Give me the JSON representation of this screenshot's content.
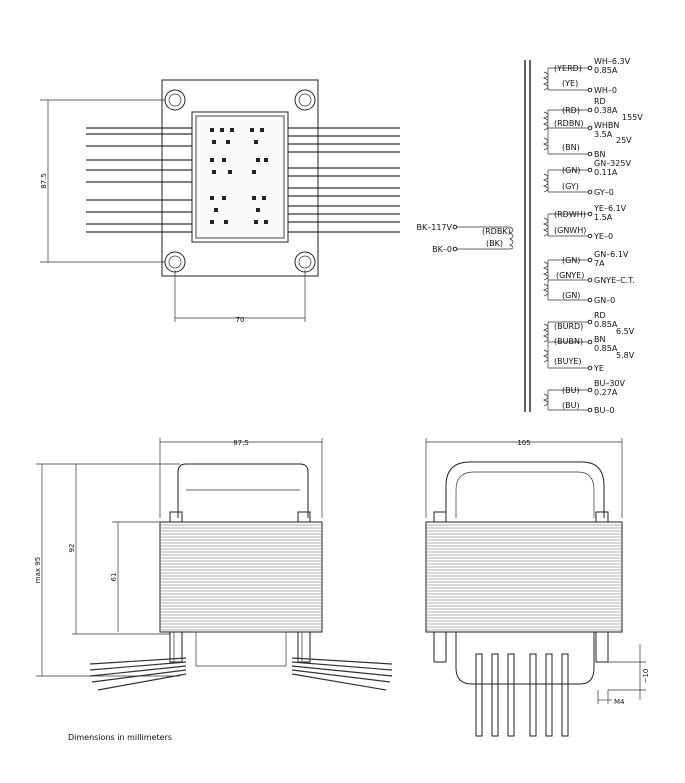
{
  "dimensions": {
    "top_height": "87.5",
    "top_width": "70",
    "front_width": "87.5",
    "front_height": "92",
    "front_core_height": "61",
    "front_max": "max 95",
    "side_width": "105",
    "side_stud": "~10",
    "side_thread": "M4"
  },
  "primary": {
    "line1": "BK–117V",
    "line1_wire": "(RDBK)",
    "line2": "BK–0",
    "line2_wire": "(BK)"
  },
  "secondaries": {
    "s1": {
      "w1": "(YERD)",
      "l1": "WH–6.3V",
      "l2": "0.85A",
      "w2": "(YE)",
      "l3": "WH–0"
    },
    "s2": {
      "w1": "(RD)",
      "l1": "RD",
      "l2": "0.38A",
      "v1": "155V",
      "w2": "(RDBN)",
      "l3": "WHBN",
      "l4": "3.5A",
      "v2": "25V",
      "w3": "(BN)",
      "l5": "BN"
    },
    "s3": {
      "w1": "(GN)",
      "l1": "GN–325V",
      "l2": "0.11A",
      "w2": "(GY)",
      "l3": "GY–0"
    },
    "s4": {
      "w1": "(RDWH)",
      "l1": "YE–6.1V",
      "l2": "1.5A",
      "w2": "(GNWH)",
      "l3": "YE–0"
    },
    "s5": {
      "w1": "(GN)",
      "l1": "GN–6.1V",
      "l2": "7A",
      "w2": "(GNYE)",
      "l3": "GNYE–C.T.",
      "w3": "(GN)",
      "l4": "GN–0"
    },
    "s6": {
      "w1": "(BURD)",
      "l1": "RD",
      "l2": "0.85A",
      "v1": "6.5V",
      "w2": "(BUBN)",
      "l3": "BN",
      "l4": "0.85A",
      "v2": "5.8V",
      "w3": "(BUYE)",
      "l5": "YE"
    },
    "s7": {
      "w1": "(BU)",
      "l1": "BU–30V",
      "l2": "0.27A",
      "w2": "(BU)",
      "l3": "BU–0"
    }
  },
  "footer_note": "Dimensions  in  millimeters"
}
